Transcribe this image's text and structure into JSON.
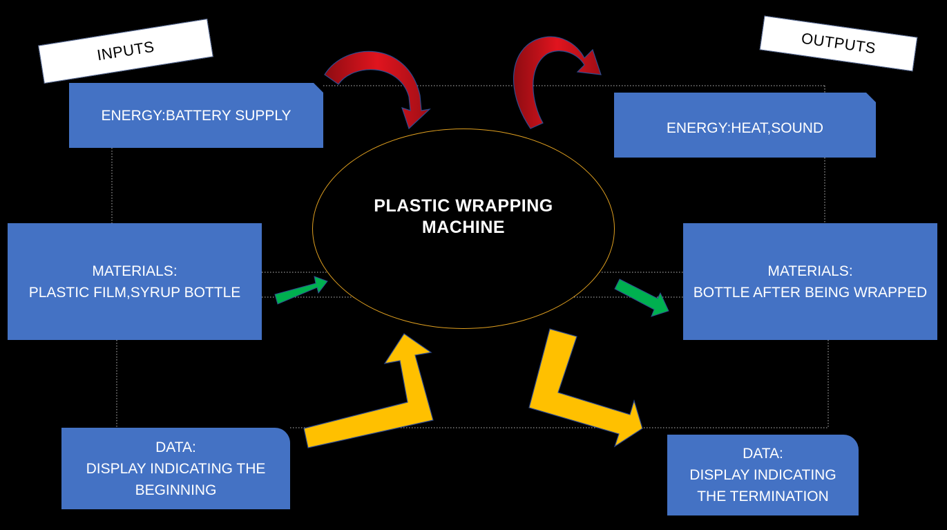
{
  "tags": {
    "inputs": "INPUTS",
    "outputs": "OUTPUTS"
  },
  "machine": {
    "line1": "PLASTIC WRAPPING",
    "line2": "MACHINE"
  },
  "inputs": {
    "energy": {
      "line1": "ENERGY:BATTERY SUPPLY"
    },
    "materials": {
      "line1": "MATERIALS:",
      "line2": "PLASTIC FILM,SYRUP BOTTLE"
    },
    "data": {
      "line1": "DATA:",
      "line2": "DISPLAY INDICATING THE",
      "line3": "BEGINNING"
    }
  },
  "outputs": {
    "energy": {
      "line1": "ENERGY:HEAT,SOUND"
    },
    "materials": {
      "line1": "MATERIALS:",
      "line2": "BOTTLE AFTER BEING WRAPPED"
    },
    "data": {
      "line1": "DATA:",
      "line2": "DISPLAY INDICATING",
      "line3": "THE TERMINATION"
    }
  },
  "colors": {
    "background": "#000000",
    "box_fill": "#4472c4",
    "box_text": "#ffffff",
    "ellipse_stroke": "#e0a020",
    "energy_arrow": "#e0141e",
    "material_arrow": "#00b050",
    "data_arrow": "#ffc000"
  },
  "icons": {
    "energy_arrows": "curved-arrow-icon",
    "material_arrows": "straight-arrow-icon",
    "data_arrows": "bent-arrow-icon"
  }
}
